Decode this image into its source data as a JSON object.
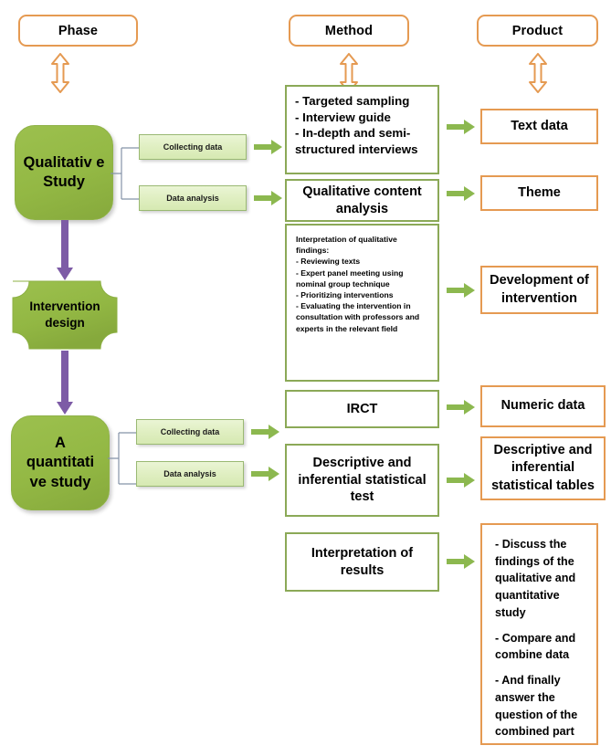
{
  "headers": {
    "phase": "Phase",
    "method": "Method",
    "product": "Product"
  },
  "colors": {
    "orange_border": "#e59a52",
    "olive_border": "#8ba957",
    "green_fill": "#93b844",
    "subbox_fill": "#e0efc2",
    "green_arrow": "#8cb84f",
    "purple_arrow": "#7d5ba6",
    "connector": "#8593a8"
  },
  "phases": [
    {
      "label": "Qualitativ e Study",
      "shape": "rounded-rect"
    },
    {
      "label": "Intervention design",
      "shape": "plaque"
    },
    {
      "label": "A quantitati ve study",
      "shape": "rounded-rect"
    }
  ],
  "subboxes": {
    "qualitative": [
      {
        "label": "Collecting data"
      },
      {
        "label": "Data analysis"
      }
    ],
    "quantitative": [
      {
        "label": "Collecting data"
      },
      {
        "label": "Data analysis"
      }
    ]
  },
  "methods": [
    {
      "id": "qual-collection",
      "style": "list",
      "lines": [
        "- Targeted sampling",
        "- Interview guide",
        "- In-depth and semi-",
        "structured interviews"
      ]
    },
    {
      "id": "qual-content-analysis",
      "style": "centered",
      "label": "Qualitative content analysis"
    },
    {
      "id": "interpretation-qualitative",
      "style": "list-tiny",
      "lines": [
        "Interpretation of qualitative",
        "findings:",
        "- Reviewing texts",
        "- Expert panel meeting using",
        "nominal group technique",
        "- Prioritizing interventions",
        "- Evaluating the intervention in",
        "consultation with professors and",
        "experts in the relevant field"
      ]
    },
    {
      "id": "irct",
      "style": "centered",
      "label": "IRCT"
    },
    {
      "id": "descriptive-inferential-test",
      "style": "centered",
      "label": "Descriptive and inferential statistical test"
    },
    {
      "id": "interpretation-results",
      "style": "centered",
      "label": "Interpretation of results"
    }
  ],
  "products": [
    {
      "id": "text-data",
      "style": "centered",
      "label": "Text data"
    },
    {
      "id": "theme",
      "style": "centered",
      "label": "Theme"
    },
    {
      "id": "development-intervention",
      "style": "centered",
      "label": "Development of intervention"
    },
    {
      "id": "numeric-data",
      "style": "centered",
      "label": "Numeric data"
    },
    {
      "id": "stat-tables",
      "style": "centered",
      "label": "Descriptive and inferential statistical tables"
    },
    {
      "id": "discussion",
      "style": "list",
      "lines": [
        "- Discuss the",
        "findings of the",
        "qualitative and",
        "quantitative",
        "study",
        "",
        "- Compare and",
        "combine data",
        "",
        "- And finally",
        "answer the",
        "question of the",
        "combined part"
      ]
    }
  ]
}
